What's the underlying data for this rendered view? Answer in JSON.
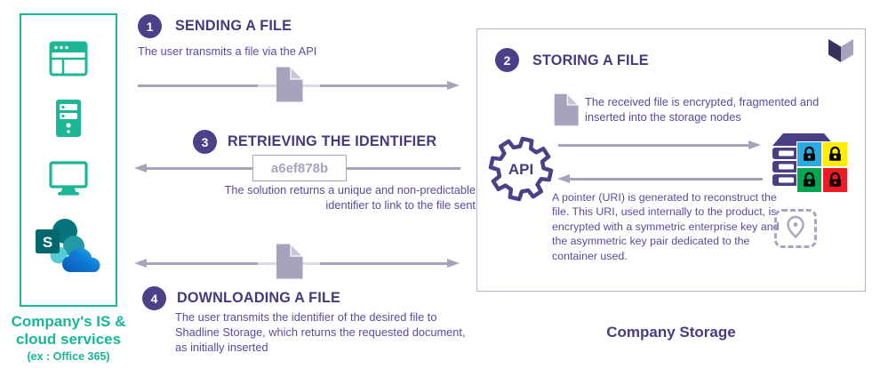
{
  "palette": {
    "teal": "#1db795",
    "purple_title": "#443a7c",
    "purple_badge": "#4c4189",
    "purple_body": "#584c9b",
    "gray_purple": "#a8a2bd",
    "storage_border": "#b9b4c9"
  },
  "left_panel": {
    "caption_line1": "Company's IS &",
    "caption_line2": "cloud services",
    "caption_line3": "(ex : Office 365)",
    "sharepoint_letter": "S"
  },
  "step1": {
    "number": "1",
    "title": "SENDING A FILE",
    "description": "The user transmits a file via the API"
  },
  "step2": {
    "number": "2",
    "title": "STORING A FILE",
    "file_text": "The received file is encrypted, fragmented and inserted into the storage nodes",
    "api_label": "API",
    "pointer_text": "A pointer (URI) is generated to reconstruct the file. This URI, used internally to the product, is encrypted with a symmetric enterprise key and the asymmetric key pair dedicated to the container used.",
    "lock_colors": [
      "#29abe2",
      "#ffee00",
      "#00a651",
      "#ed1c24"
    ]
  },
  "step3": {
    "number": "3",
    "title": "RETRIEVING THE IDENTIFIER",
    "identifier": "a6ef878b",
    "description": "The solution returns a unique and non-predictable identifier to link to the file sent"
  },
  "step4": {
    "number": "4",
    "title": "DOWNLOADING A FILE",
    "description": "The user transmits the identifier of the desired file to Shadline Storage, which returns the requested document, as initially inserted"
  },
  "storage_caption": "Company Storage"
}
